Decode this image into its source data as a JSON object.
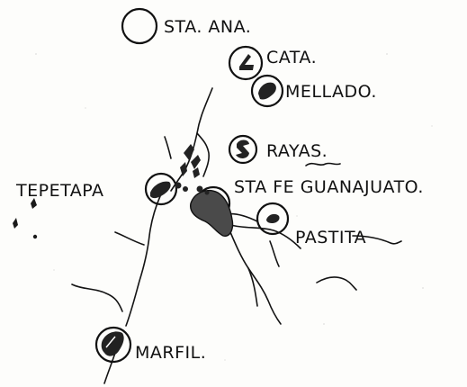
{
  "map": {
    "places": {
      "sta_ana": "STA. ANA.",
      "cata": "CATA.",
      "mellado": "MELLADO.",
      "rayas": "RAYAS.",
      "tepetapa": "TEPETAPA",
      "sta_fe_guanajuato": "STA FE GUANAJUATO.",
      "pastita": "PASTITA",
      "marfil": "MARFIL."
    },
    "colors": {
      "ink": "#111111",
      "paper": "#fdfdfb"
    }
  }
}
